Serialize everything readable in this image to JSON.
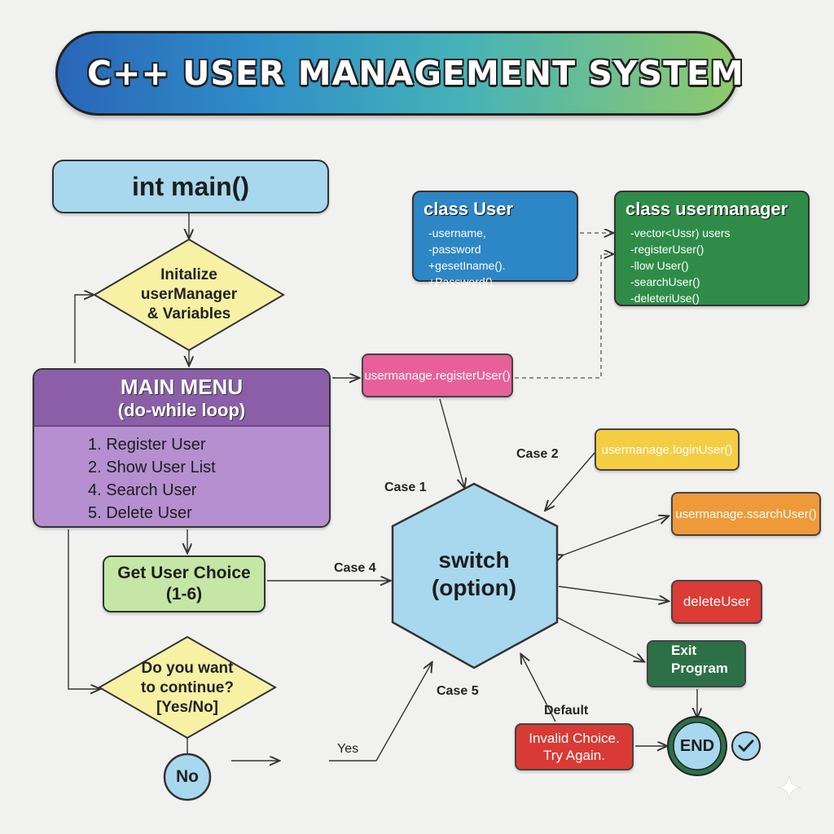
{
  "title": "C++ USER MANAGEMENT SYSTEM",
  "nodes": {
    "main_fn": "int main()",
    "init": [
      "Initalize",
      "userManager",
      "& Variables"
    ],
    "menu": {
      "title": "MAIN MENU",
      "subtitle": "(do-while loop)",
      "items": [
        "1. Register User",
        "2. Show User List",
        "4. Search User",
        "5. Delete User"
      ]
    },
    "choice": [
      "Get User Choice",
      "(1-6)"
    ],
    "continue": [
      "Do you want",
      "to continue?",
      "[Yes/No]"
    ],
    "no": "No",
    "switch": [
      "switch",
      "(option)"
    ],
    "end": "END"
  },
  "classes": {
    "user": {
      "title": "class User",
      "members": [
        "-username,",
        "-password",
        "+gesetIname(). +Password()"
      ]
    },
    "manager": {
      "title": "class usermanager",
      "members": [
        "-vector<Ussr) users",
        "-registerUser()",
        "-llow User()",
        "-searchUser()",
        "-deleteriUse()"
      ]
    }
  },
  "methods": {
    "register": "usermanage.registerUser()",
    "login": "usermanage.loginUser()",
    "search": "usermanage.ssarchUser()",
    "delete": "deleteUser",
    "exit": [
      "Exit",
      "Program"
    ],
    "invalid": [
      "Invalid Choice.",
      "Try Again."
    ]
  },
  "edge_labels": {
    "case1": "Case 1",
    "case2": "Case 2",
    "case4": "Case 4",
    "case5": "Case 5",
    "default": "Default",
    "yes": "Yes"
  },
  "colors": {
    "blue_box": "#a8d8ee",
    "class_user": "#2d86c6",
    "class_manager": "#2f8c48",
    "menu_purple": "#b58fcf",
    "decision_yellow": "#f7f1a4",
    "pink": "#e7609a",
    "yellow": "#f4cd42",
    "orange": "#ee9a3a",
    "red": "#dd3b35",
    "dark_green": "#2d7047",
    "light_green": "#c5e6a4"
  },
  "icons": [
    "gear-icon",
    "check-circle-icon",
    "sparkle-icon"
  ]
}
